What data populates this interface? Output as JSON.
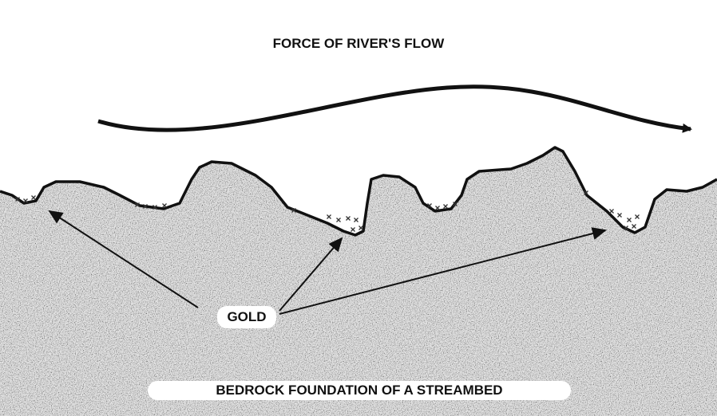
{
  "diagram": {
    "title": "FORCE OF RIVER'S FLOW",
    "gold_label": "GOLD",
    "bedrock_label": "BEDROCK FOUNDATION OF A STREAMBED",
    "colors": {
      "ink": "#111111",
      "rock": "#c8c8c8"
    }
  }
}
